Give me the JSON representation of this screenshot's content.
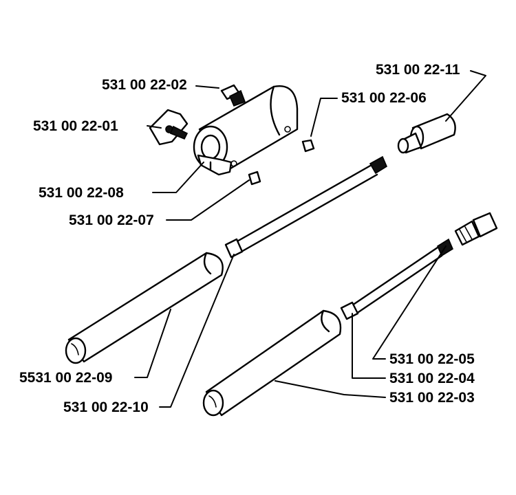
{
  "labels": {
    "p01": "531 00 22-01",
    "p02": "531 00 22-02",
    "p03": "531 00 22-03",
    "p04": "531 00 22-04",
    "p05": "531 00 22-05",
    "p06": "531 00 22-06",
    "p07": "531 00 22-07",
    "p08": "531 00 22-08",
    "p09": "5531 00 22-09",
    "p10": "531 00 22-10",
    "p11": "531 00 22-11"
  }
}
